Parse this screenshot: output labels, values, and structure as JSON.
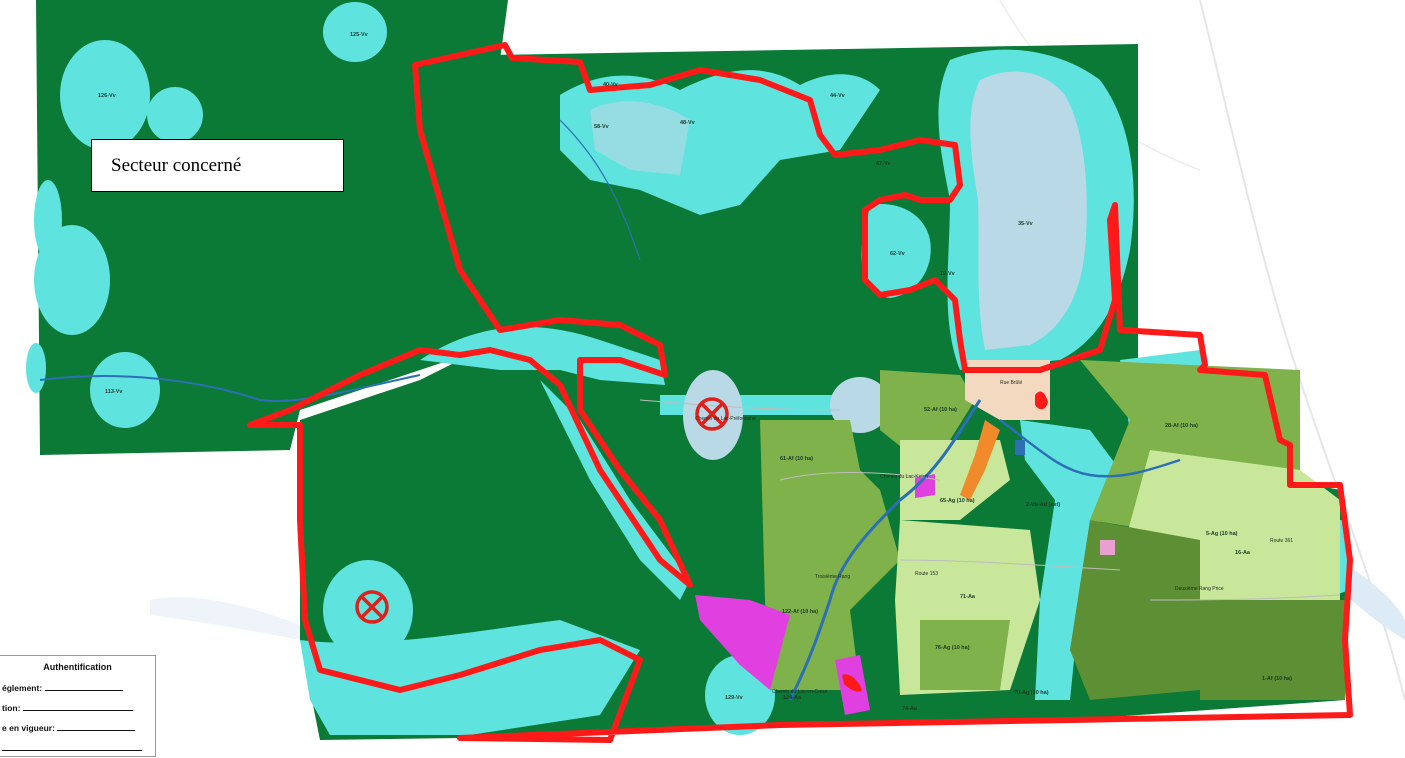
{
  "map": {
    "sector_label": "Secteur concerné",
    "colors": {
      "forest": "#0b7a36",
      "water_buffer": "#5fe3df",
      "lake": "#b9d9e6",
      "river": "#2c6fb5",
      "agri_light": "#c9e79a",
      "agri_medium": "#7fb24a",
      "agri_dark": "#5d8f34",
      "urban": "#f3d9c0",
      "commercial": "#e040e0",
      "industrial": "#f08a2a",
      "outline": "#ff1a1a"
    },
    "markers": [
      {
        "name": "excluded-zone-marker-north",
        "icon": "circle-x-icon"
      },
      {
        "name": "excluded-zone-marker-west",
        "icon": "circle-x-icon"
      }
    ],
    "zone_labels": {
      "z1": "40-Vv",
      "z2": "58-Vv",
      "z3": "48-Vv",
      "z4": "44-Vv",
      "z5": "47-Vv",
      "z6": "62-Vv",
      "z7": "35-Vv",
      "z8": "19-Vv",
      "z9": "52-Af (10 ha)",
      "z10": "61-Af (10 ha)",
      "z11": "2-Vb-Ad (ext)",
      "z12": "28-Af (10 ha)",
      "z13": "5-Ag (10 ha)",
      "z14": "16-Aa",
      "z15": "71-Aa",
      "z16": "124-Aa",
      "z17": "74-Aa",
      "z18": "76-Ag (10 ha)",
      "z19": "70-Ag (10 ha)",
      "z20": "122-Af (10 ha)",
      "z21": "65-Ag (10 ha)",
      "z22": "1-Af (10 ha)",
      "z23": "129-Vv",
      "z24": "113-Vv",
      "z25": "126-Vv",
      "z26": "125-Vv"
    },
    "road_labels": {
      "r1": "Chemin du Lac-Préfontaine",
      "r2": "Route 153",
      "r3": "Troisième Rang",
      "r4": "Deuxième Rang Price",
      "r5": "Route 361",
      "r6": "Chemin du Lac-en-Cœur",
      "r7": "Rue Brûlé",
      "r8": "Chemin du Lac-Ketch"
    }
  },
  "authentication": {
    "title": "Authentification",
    "lines": [
      "églement:",
      "tion:",
      "e en vigueur:",
      ""
    ]
  }
}
